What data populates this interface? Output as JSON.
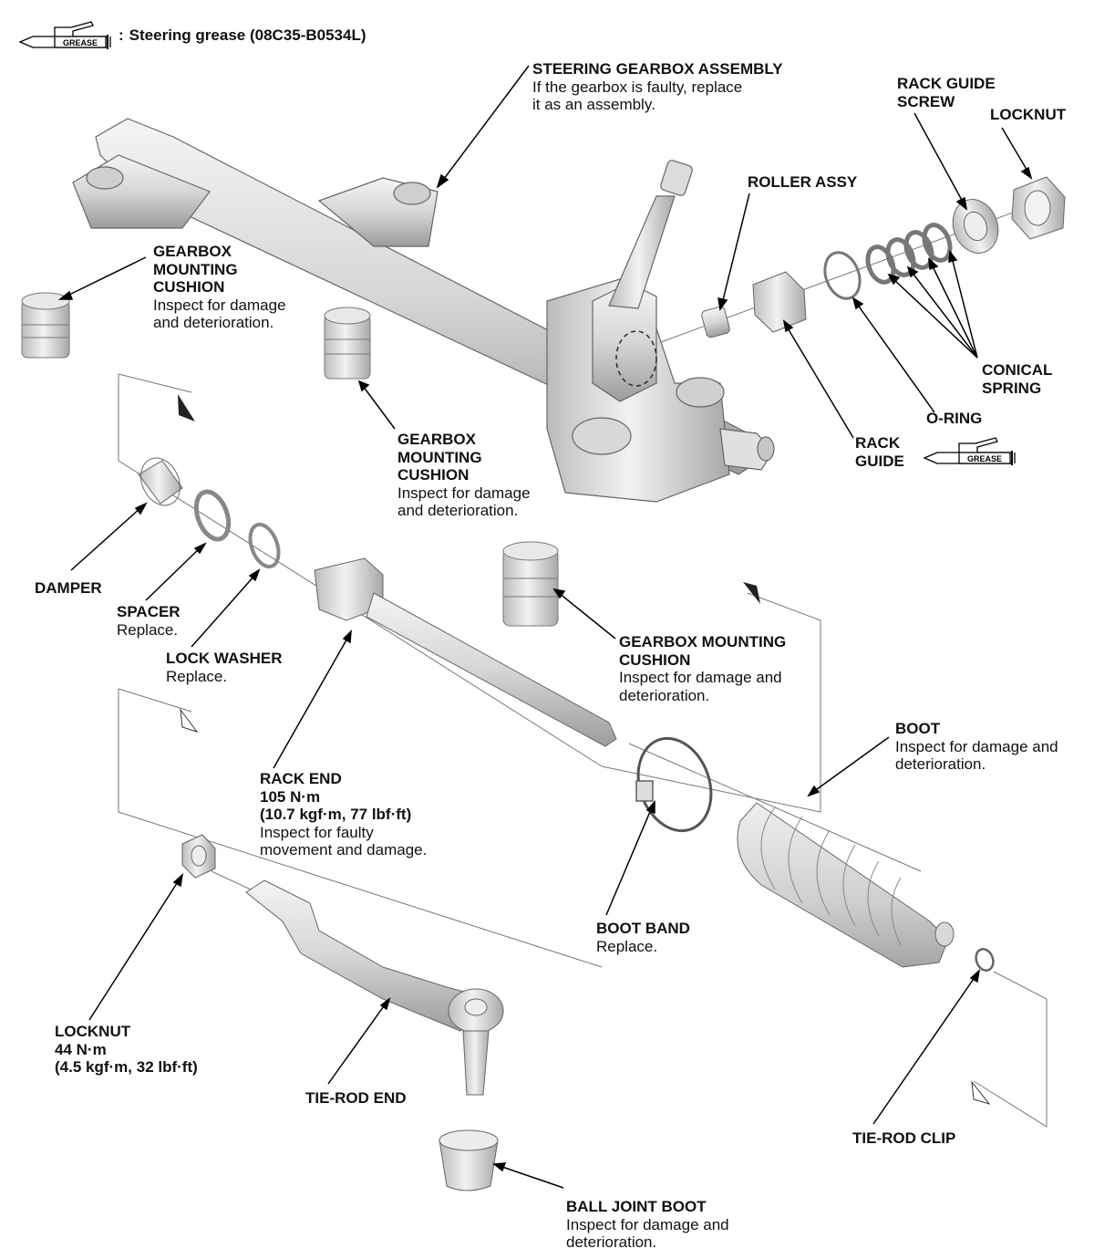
{
  "legend": {
    "icon_text": "GREASE",
    "separator": ":",
    "text": "Steering grease (08C35-B0534L)"
  },
  "labels": {
    "steering_gearbox": {
      "title": "STEERING GEARBOX ASSEMBLY",
      "note": "If the gearbox is faulty, replace\nit as an assembly."
    },
    "rack_guide_screw": {
      "title": "RACK GUIDE\nSCREW"
    },
    "locknut_top": {
      "title": "LOCKNUT"
    },
    "roller_assy": {
      "title": "ROLLER ASSY"
    },
    "gearbox_cushion_left": {
      "title": "GEARBOX\nMOUNTING\nCUSHION",
      "note": "Inspect for damage\nand deterioration."
    },
    "gearbox_cushion_center": {
      "title": "GEARBOX\nMOUNTING\nCUSHION",
      "note": "Inspect for damage\nand deterioration."
    },
    "gearbox_cushion_lower": {
      "title": "GEARBOX MOUNTING\nCUSHION",
      "note": "Inspect for damage and\ndeterioration."
    },
    "conical_spring": {
      "title": "CONICAL\nSPRING"
    },
    "o_ring": {
      "title": "O-RING",
      "icon_text": "GREASE"
    },
    "rack_guide": {
      "title": "RACK\nGUIDE"
    },
    "damper": {
      "title": "DAMPER"
    },
    "spacer": {
      "title": "SPACER",
      "note": "Replace."
    },
    "lock_washer": {
      "title": "LOCK WASHER",
      "note": "Replace."
    },
    "rack_end": {
      "title": "RACK END\n105 N·m\n(10.7 kgf·m, 77 lbf·ft)",
      "note": "Inspect for faulty\nmovement and damage."
    },
    "boot": {
      "title": "BOOT",
      "note": "Inspect for damage and\ndeterioration."
    },
    "boot_band": {
      "title": "BOOT BAND",
      "note": "Replace."
    },
    "locknut_bottom": {
      "title": "LOCKNUT\n44 N·m\n(4.5 kgf·m, 32 lbf·ft)"
    },
    "tie_rod_end": {
      "title": "TIE-ROD END"
    },
    "tie_rod_clip": {
      "title": "TIE-ROD CLIP"
    },
    "ball_joint_boot": {
      "title": "BALL JOINT BOOT",
      "note": "Inspect for damage and\ndeterioration."
    }
  }
}
